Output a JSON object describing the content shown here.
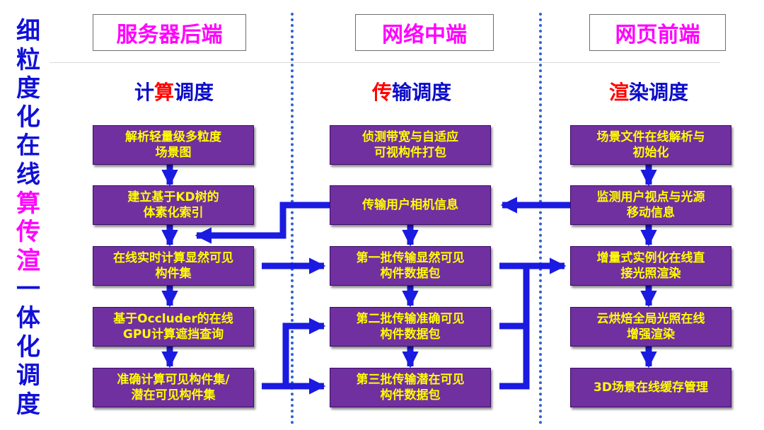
{
  "vertical_title": [
    "细",
    "粒",
    "度",
    "化",
    "在",
    "线",
    "算",
    "传",
    "渲",
    "一",
    "体",
    "化",
    "调",
    "度"
  ],
  "vertical_title_colors": [
    "#1010d8",
    "#1010d8",
    "#1010d8",
    "#1010d8",
    "#1010d8",
    "#1010d8",
    "#ff00ff",
    "#ff00ff",
    "#ff00ff",
    "#1010d8",
    "#1010d8",
    "#1010d8",
    "#1010d8",
    "#1010d8"
  ],
  "colors": {
    "accent_blue": "#0c0cc8",
    "highlight_red": "#ff0000",
    "box_fill": "#7030a0",
    "box_text": "#ffff00",
    "header_text": "#ff00ff",
    "arrow_blue": "#1a1ae0"
  },
  "columns": {
    "server": {
      "header": "服务器后端",
      "subtitle_pre": "计",
      "subtitle_hl": "算",
      "subtitle_post": "调度",
      "boxes": [
        "解析轻量级多粒度\n场景图",
        "建立基于KD树的\n体素化索引",
        "在线实时计算显然可见\n构件集",
        "基于Occluder的在线\nGPU计算遮挡查询",
        "准确计算可见构件集/\n潜在可见构件集"
      ]
    },
    "network": {
      "header": "网络中端",
      "subtitle_pre": "",
      "subtitle_hl": "传",
      "subtitle_post": "输调度",
      "boxes": [
        "侦测带宽与自适应\n可视构件打包",
        "传输用户相机信息",
        "第一批传输显然可见\n构件数据包",
        "第二批传输准确可见\n构件数据包",
        "第三批传输潜在可见\n构件数据包"
      ]
    },
    "web": {
      "header": "网页前端",
      "subtitle_pre": "",
      "subtitle_hl": "渲",
      "subtitle_post": "染调度",
      "boxes": [
        "场景文件在线解析与\n初始化",
        "监测用户视点与光源\n移动信息",
        "增量式实例化在线直\n接光照渲染",
        "云烘焙全局光照在线\n增强渲染",
        "3D场景在线缓存管理"
      ]
    }
  }
}
